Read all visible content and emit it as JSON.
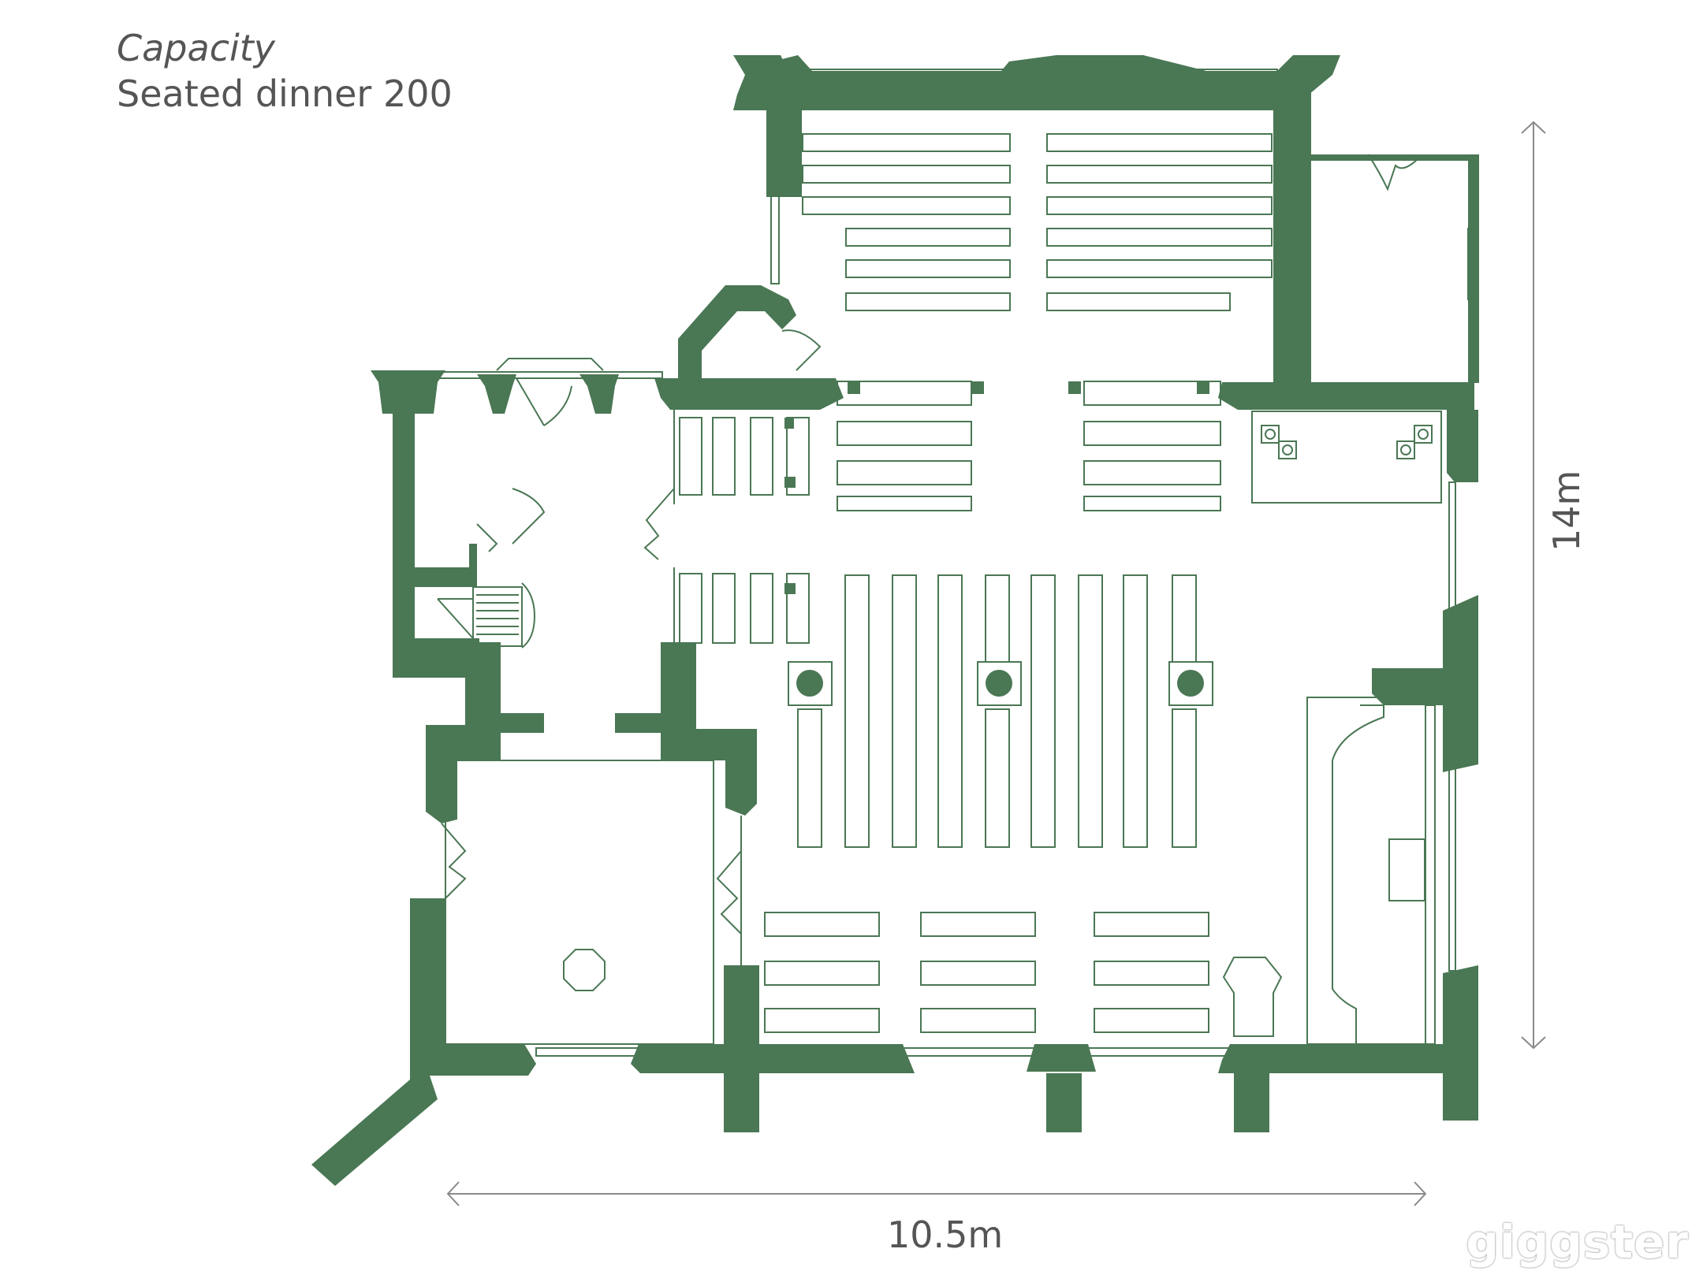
{
  "capacity": {
    "title": "Capacity",
    "line": "Seated dinner 200"
  },
  "dimensions": {
    "width": "10.5m",
    "height": "14m"
  },
  "brand": "giggster",
  "colors": {
    "wall": "#4a7754",
    "line": "#4a7754",
    "text": "#555555",
    "dimension": "#8a8a8a",
    "background": "#ffffff"
  }
}
